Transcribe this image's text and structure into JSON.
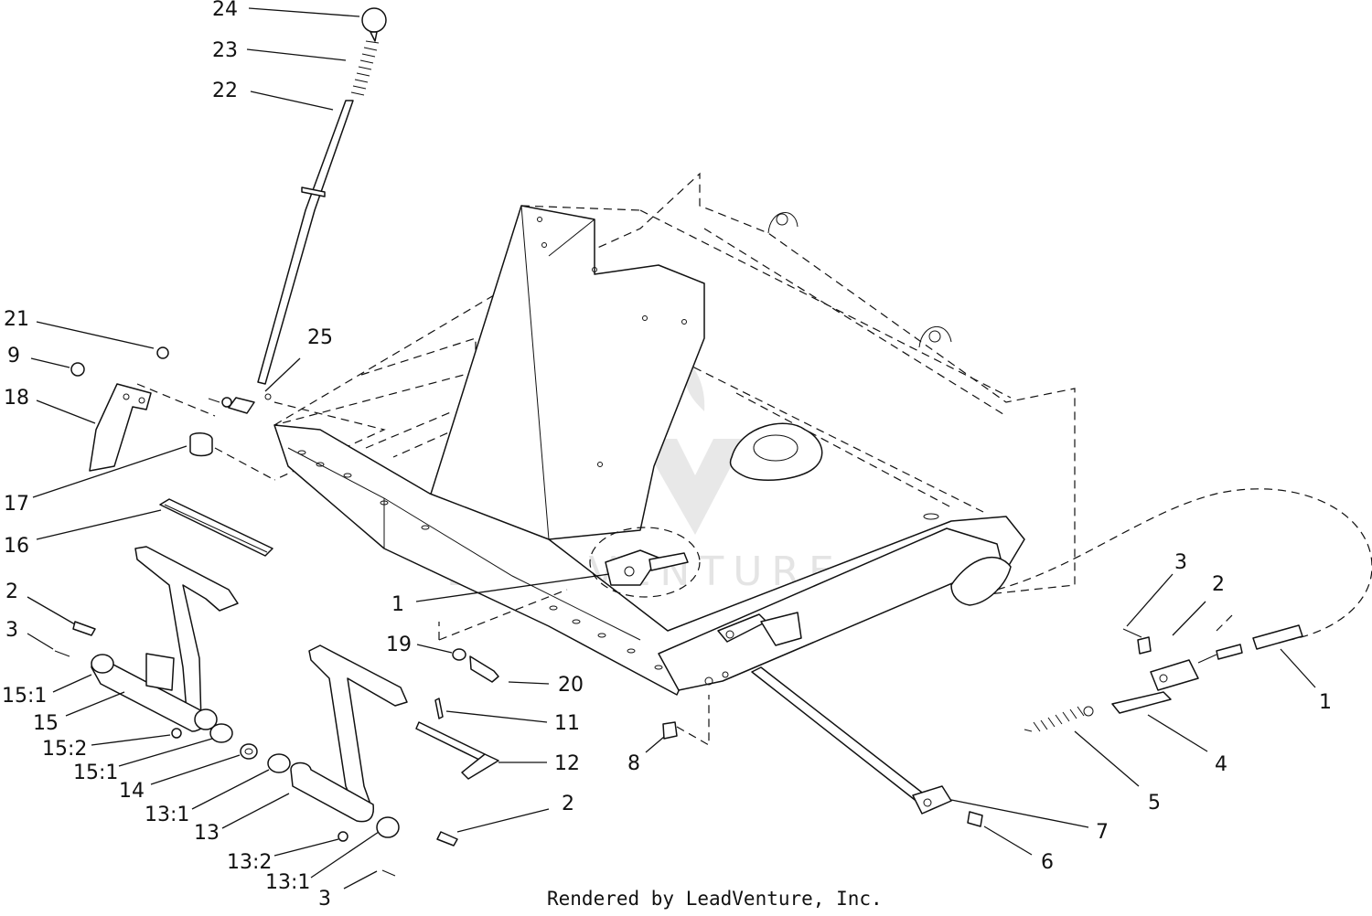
{
  "footer": {
    "credit": "Rendered by LeadVenture, Inc."
  },
  "watermark": {
    "text": "LEADVENTURE"
  },
  "callouts": {
    "c24": "24",
    "c23": "23",
    "c22": "22",
    "c25": "25",
    "c21": "21",
    "c9": "9",
    "c18": "18",
    "c17": "17",
    "c16": "16",
    "c2_left": "2",
    "c3_left": "3",
    "c15_1_top": "15:1",
    "c15": "15",
    "c15_2": "15:2",
    "c15_1_bottom": "15:1",
    "c14": "14",
    "c13_1_top": "13:1",
    "c13": "13",
    "c13_2": "13:2",
    "c13_1_bottom": "13:1",
    "c3_bottom": "3",
    "c1_center": "1",
    "c19": "19",
    "c20": "20",
    "c11": "11",
    "c12": "12",
    "c2_mid": "2",
    "c8": "8",
    "c7": "7",
    "c6": "6",
    "c5": "5",
    "c4": "4",
    "c3_right": "3",
    "c2_right": "2",
    "c1_right": "1"
  },
  "colors": {
    "ink": "#111111",
    "background": "#ffffff",
    "watermark": "#bdbdbd"
  }
}
